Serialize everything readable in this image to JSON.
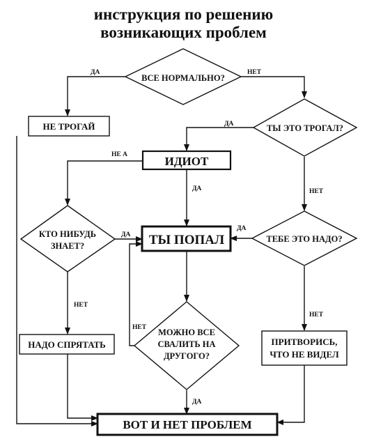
{
  "title": {
    "line1": "инструкция по решению",
    "line2": "возникающих проблем"
  },
  "nodes": {
    "all_ok": "ВСЕ НОРМАЛЬНО?",
    "dont_touch": "НЕ ТРОГАЙ",
    "touched": "ТЫ ЭТО ТРОГАЛ?",
    "idiot": "ИДИОТ",
    "need": "ТЕБЕ ЭТО НАДО?",
    "busted": "ТЫ ПОПАЛ",
    "anyone_knows_1": "КТО НИБУДЬ",
    "anyone_knows_2": "ЗНАЕТ?",
    "hide": "НАДО СПРЯТАТЬ",
    "blame_1": "МОЖНО ВСЕ",
    "blame_2": "СВАЛИТЬ НА",
    "blame_3": "ДРУГОГО?",
    "pretend_1": "ПРИТВОРИСЬ,",
    "pretend_2": "ЧТО НЕ ВИДЕЛ",
    "no_problem": "ВОТ И НЕТ ПРОБЛЕМ"
  },
  "edges": {
    "yes_all_ok": "ДА",
    "no_all_ok": "НЕТ",
    "yes_touched": "ДА",
    "no_touched": "НЕТ",
    "no_a_idiot": "НЕ А",
    "yes_idiot": "ДА",
    "yes_knows": "ДА",
    "yes_need": "ДА",
    "no_knows": "НЕТ",
    "no_need": "НЕТ",
    "no_blame": "НЕТ",
    "yes_blame": "ДА"
  },
  "colors": {
    "ink": "#111111",
    "background": "#ffffff"
  }
}
